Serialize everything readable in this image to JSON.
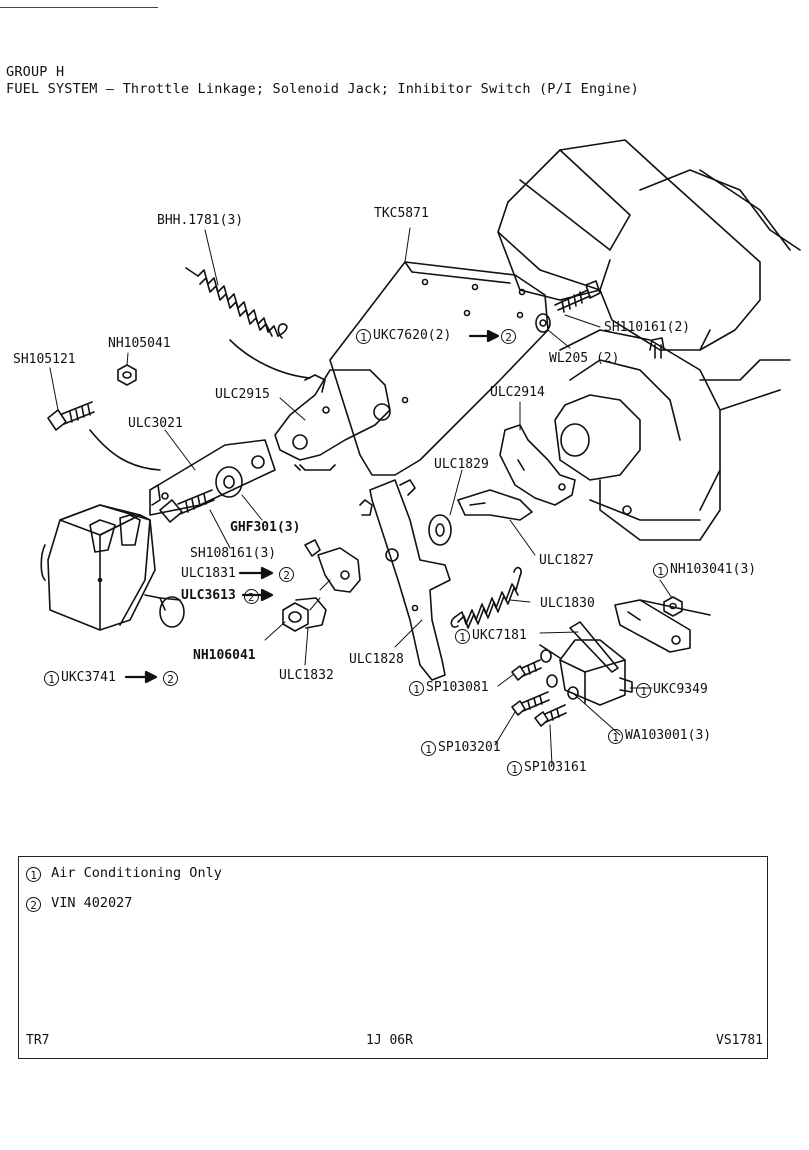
{
  "header": {
    "group": "GROUP H",
    "title": "FUEL SYSTEM — Throttle Linkage; Solenoid Jack; Inhibitor Switch (P/I Engine)"
  },
  "callout_symbols": {
    "one": "1",
    "two": "2",
    "arrow": "→"
  },
  "labels": {
    "tkc5871": "TKC5871",
    "bhh1781": "BHH.1781(3)",
    "ukc7620": "UKC7620(2)",
    "sh110161": "SH110161(2)",
    "wl205": "WL205 (2)",
    "nh105041": "NH105041",
    "sh105121": "SH105121",
    "ulc2915": "ULC2915",
    "ulc3021": "ULC3021",
    "ulc2914": "ULC2914",
    "ulc1829": "ULC1829",
    "ghf301": "GHF301(3)",
    "sh108161": "SH108161(3)",
    "ulc1827": "ULC1827",
    "ulc1831": "ULC1831",
    "ulc3613": "ULC3613",
    "nh103041": "NH103041(3)",
    "ulc1830": "ULC1830",
    "nh106041": "NH106041",
    "ukc7181": "UKC7181",
    "ulc1832": "ULC1832",
    "ulc1828": "ULC1828",
    "ukc3741": "UKC3741",
    "sp103081": "SP103081",
    "ukc9349": "UKC9349",
    "wa103001": "WA103001(3)",
    "sp103201": "SP103201",
    "sp103161": "SP103161"
  },
  "notes": {
    "note1": "Air Conditioning Only",
    "note2": "VIN 402027"
  },
  "footer": {
    "left": "TR7",
    "center": "1J 06R",
    "right": "VS1781"
  }
}
